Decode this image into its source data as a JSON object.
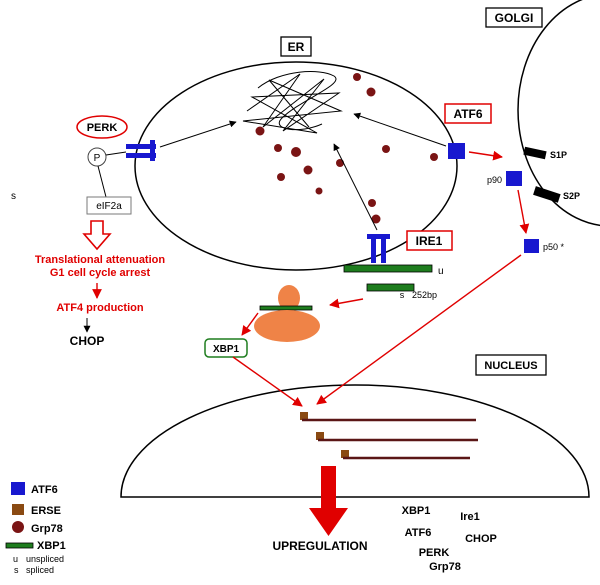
{
  "colors": {
    "red": "#e00000",
    "blue": "#1818cf",
    "green": "#1e7d1e",
    "brown": "#8a4a12",
    "dark_red": "#7a1414",
    "orange": "#ef8347",
    "dna_line": "#5a1616"
  },
  "labels": {
    "golgi": "GOLGI",
    "er": "ER",
    "nucleus": "NUCLEUS",
    "perk": "PERK",
    "ire1": "IRE1",
    "atf6": "ATF6",
    "xbp1": "XBP1",
    "eif2a": "eIF2a",
    "phospho": "P",
    "unspliced_tag": "u",
    "spliced_tag": "s",
    "fragment": "252bp",
    "s1p": "S1P",
    "s2p": "S2P",
    "p90": "p90",
    "p50": "p50 *",
    "stray_s": "s"
  },
  "perk_pathway": {
    "attenuation": "Translational attenuation",
    "arrest": "G1 cell cycle arrest",
    "atf4": "ATF4 production",
    "chop": "CHOP"
  },
  "nucleus_area": {
    "upregulation": "UPREGULATION",
    "genes": [
      "XBP1",
      "Ire1",
      "ATF6",
      "CHOP",
      "PERK",
      "Grp78"
    ]
  },
  "legend": {
    "items": [
      {
        "swatch": "blue-square",
        "label": "ATF6"
      },
      {
        "swatch": "brown-square",
        "label": "ERSE"
      },
      {
        "swatch": "dark-red-circle",
        "label": "Grp78"
      },
      {
        "swatch": "green-bar",
        "label": "XBP1"
      }
    ],
    "u_key": "u",
    "u_text": "unspliced",
    "s_key": "s",
    "s_text": "spliced"
  }
}
